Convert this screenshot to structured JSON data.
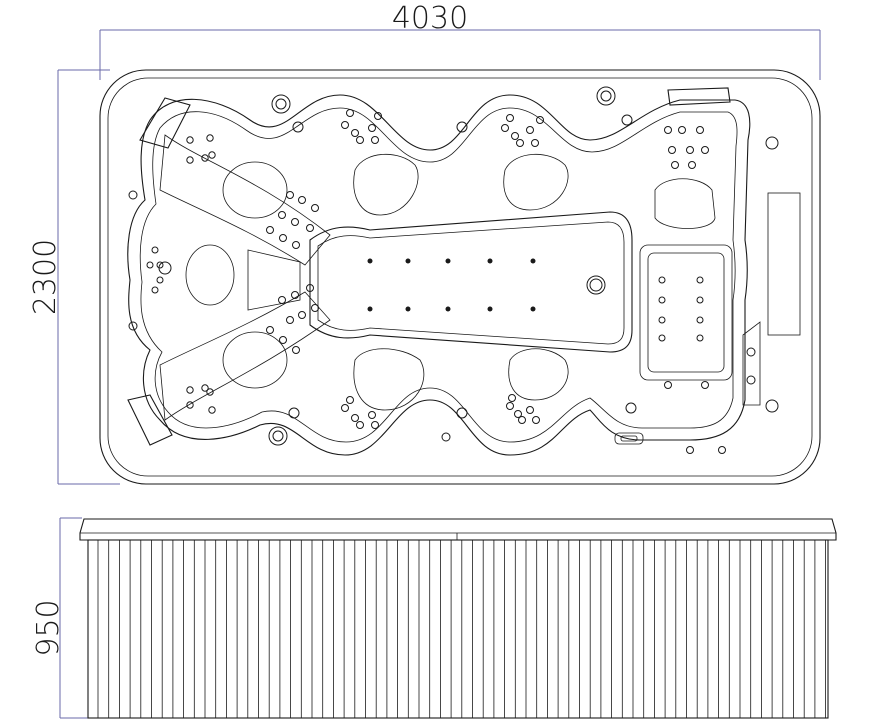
{
  "dimensions": {
    "length_label": "4030",
    "width_label": "2300",
    "height_label": "950"
  },
  "colors": {
    "line": "#1a1a1a",
    "dimension_line": "#6a6aa8",
    "background": "#ffffff"
  }
}
